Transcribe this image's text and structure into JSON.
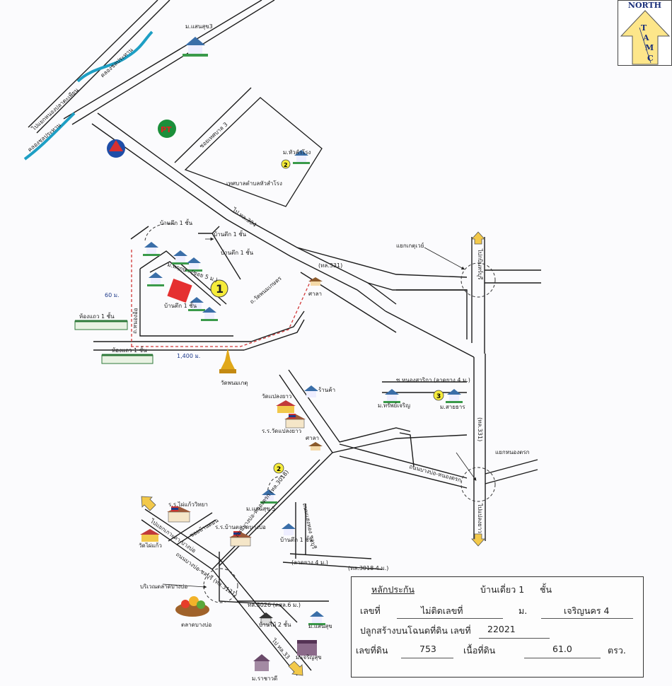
{
  "north": {
    "title": "NORTH",
    "letters": [
      "T",
      "A",
      "M",
      "C"
    ],
    "colors": {
      "arrow": "#fde68a",
      "text": "#1a2f7a"
    }
  },
  "labels": {
    "to_nong_pla_dam": "ไปแยกหนองปลาตะเพียน",
    "canal_top": "คลองชลประทาน",
    "canal_left": "คลองชลประทาน",
    "m_saenksuk3": "ม.แสนสุข3",
    "soi_3": "ซอยเทศบาล 3",
    "m_huasamrong": "ม.หัวสำโรง",
    "tessaban": "เทศบาลตำบลหัวสำโรง",
    "to_chs304": "ไป ทล.304",
    "house1_a": "บ้านตึก 1 ชั้น",
    "house1_b": "บ้านตึก 1 ชั้น",
    "house1_c": "บ้านตึก 1 ชั้น",
    "house1_d": "บ้านตึก 1 ชั้น",
    "m_paknam": "ม.พฤกษา (ซอย 5 ม.)",
    "wat_road": "ถ.วัดพนมเกษตร",
    "cs331_top": "(ทล.331)",
    "sala_1": "ศาลา",
    "shophouse_1": "ห้องแถว 1 ชั้น",
    "shophouse_2": "ห้องแถว 1 ชั้น",
    "dist_60": "60 ม.",
    "dist_1400": "1,400 ม.",
    "nong_road": "ถ.หนองอ้อ",
    "yaek_ket": "แยกเกตุเวย์",
    "to_kabinburi": "ไปกบินทร์บุรี",
    "wat_phanom": "วัดพนมเกตุ",
    "shop": "ร้านค้า",
    "soi_nong_sarika": "ซ.หนองสาริกา (ลาดยาง 4 ม.)",
    "m_saiarun": "ม.สายธาร",
    "m_sapcharoen": "ม.ทรัพย์เจริญ",
    "wat_plaeng": "วัดแปลงยาว",
    "school_plaeng": "ร.ร.วัดแปลงยาว",
    "sala_2": "ศาลา",
    "cs331_right": "(ทล.331)",
    "yaek_nong_krok": "แยกหนองตรก",
    "road_nong_krok": "ถนนบางบ่อ-หนองตรก",
    "to_plaeng_yao": "ไปแปลงยาว",
    "m_saenksuk5": "ม.แสนสุข 5",
    "road_3018": "ถนนบางบ่อ-หนองตรก (ทล.3018)",
    "school_phai": "ร.ร.ไผ่แก้ววิทยา",
    "school_talad": "ร.ร.บ้านตลาดบางบ่อ",
    "wat_phai": "วัดไผ่แก้ว",
    "to_bangkok": "ไปแยกเกาะคา-บางบ่อ",
    "road_3121": "ถนนบางบ่อ-ชลบุรี (ทล.3121)",
    "house1_e": "บ้านตึก 1 ชั้น",
    "soi_a": "ซอยบ้านดอน",
    "soi_b": "ถนนแสงทอง ชลบุรี",
    "laterite": "(ลาดยาง 4 ม.)",
    "to_3018": "(ทล.3018 4 ม.)",
    "market_area": "บริเวณตลาดบางบ่อ",
    "cs3026": "ทล.3026 (คสล.6 ม.)",
    "house_wood": "บ้านไม้ 2 ชั้น",
    "m_saenksuk": "ม.แสนสุข",
    "market": "ตลาดบางบ่อ",
    "m_charoensuk": "ม.เจริญสุข",
    "to_cs33": "ไป ทล.33",
    "m_rachawadi": "ม.ราชาวดี"
  },
  "markers": [
    "1",
    "2",
    "2",
    "3"
  ],
  "info": {
    "collateral_label": "หลักประกัน",
    "collateral_value": "บ้านเดี่ยว 1",
    "floor_unit": "ชั้น",
    "house_no_label": "เลขที่",
    "house_no_value": "ไม่ติดเลขที่",
    "moo_label": "ม.",
    "moo_value": "เจริญนคร 4",
    "deed_text": "ปลูกสร้างบนโฉนดที่ดิน เลขที่",
    "deed_no": "22021",
    "land_no_label": "เลขที่ดิน",
    "land_no_value": "753",
    "area_label": "เนื้อที่ดิน",
    "area_value": "61.0",
    "area_unit": "ตรว."
  },
  "colors": {
    "road": "#1c1c1c",
    "canal": "#1e9fc4",
    "route": "#d23838",
    "marker": "#f6ec3a",
    "subject": "#e53030"
  }
}
